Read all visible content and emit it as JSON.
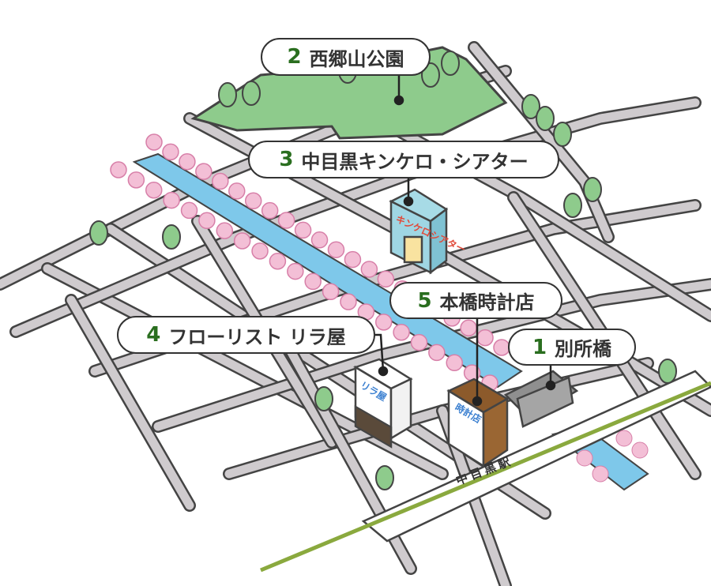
{
  "colors": {
    "number": "#2a6e1f",
    "park": "#8ecb8c",
    "river": "#7ec8ea",
    "blossom": "#f3bfd6",
    "road": "#cfcbce",
    "outline": "#444444",
    "rail_line": "#8aa93e"
  },
  "spots": [
    {
      "num": "1",
      "name": "別所橋"
    },
    {
      "num": "2",
      "name": "西郷山公園"
    },
    {
      "num": "3",
      "name": "中目黒キンケロ・シアター"
    },
    {
      "num": "4",
      "name": "フローリスト リラ屋"
    },
    {
      "num": "5",
      "name": "本橋時計店"
    }
  ],
  "station": "中目黒駅",
  "signs": {
    "theater": "キンケロシアター",
    "florist": "リラ屋",
    "clock": "時計店"
  }
}
